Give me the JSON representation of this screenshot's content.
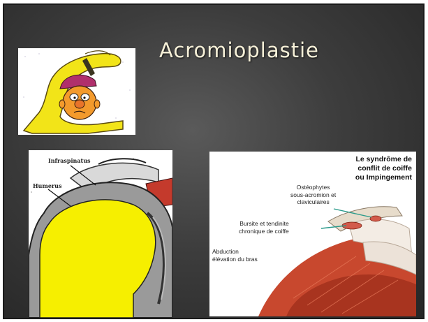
{
  "slide": {
    "title": "Acromioplastie",
    "xray": {
      "label_top": "Infraspinatus",
      "label_left": "Humerus"
    },
    "anatomy": {
      "title_lines": [
        "Le syndrôme de",
        "conflit de coiffe",
        "ou Impingement"
      ],
      "label_osteophytes": [
        "Ostéophytes",
        "sous-acromion et",
        "claviculaires"
      ],
      "label_bursitis": [
        "Bursite et tendinite",
        "chronique de coiffe"
      ],
      "label_abduction": [
        "Abduction",
        "élévation du bras"
      ]
    }
  }
}
